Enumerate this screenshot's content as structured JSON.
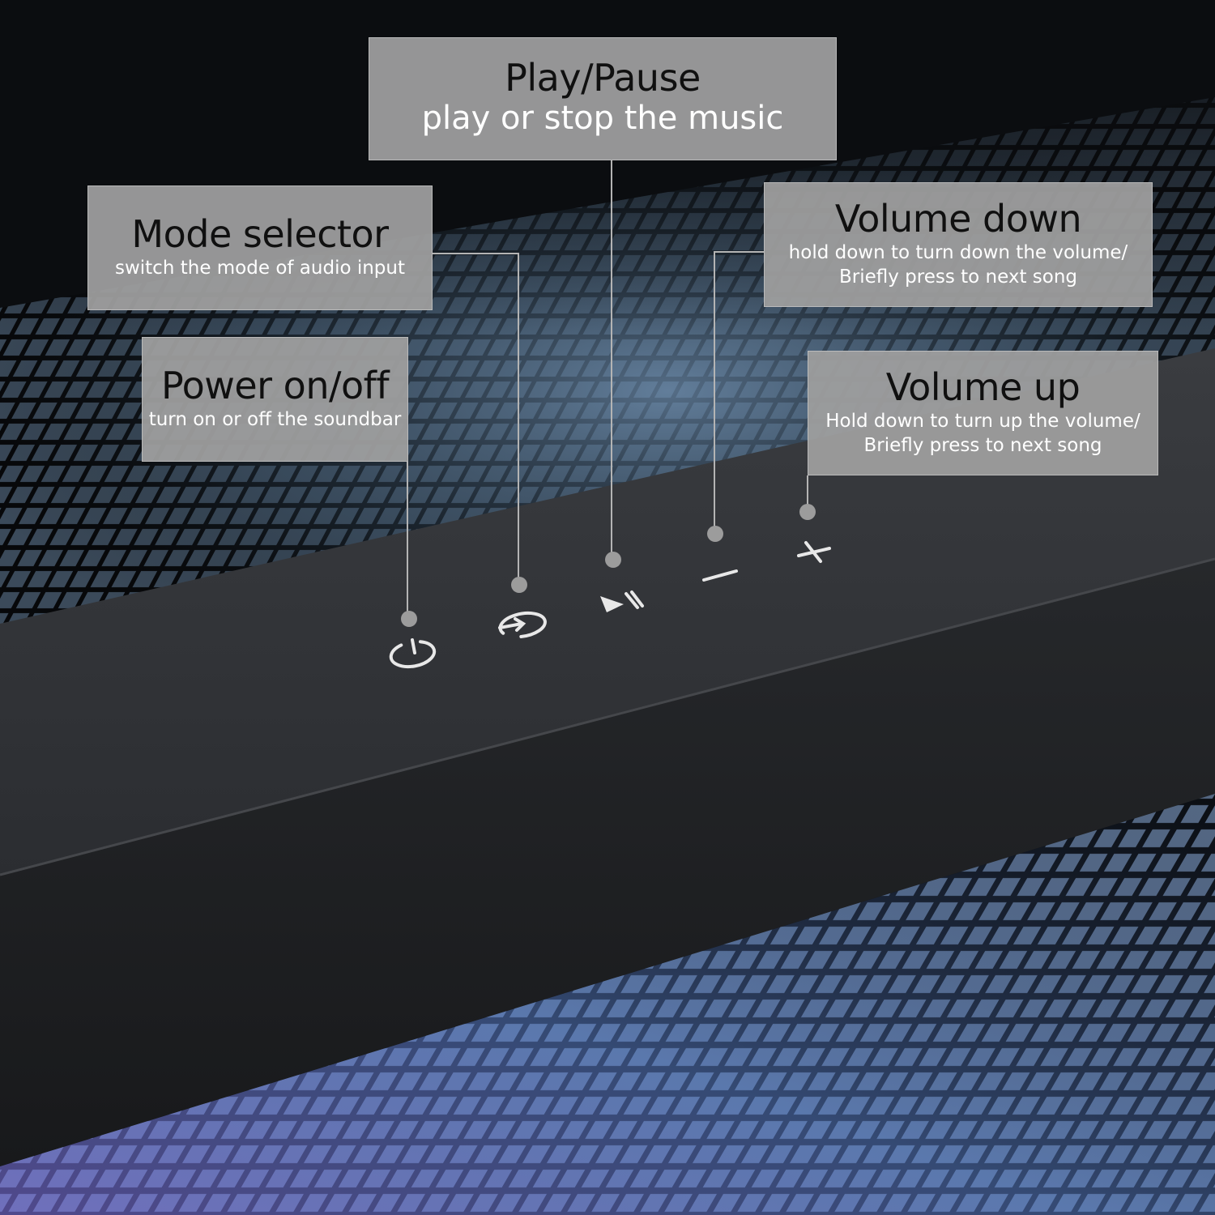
{
  "colors": {
    "background": "#0b0d10",
    "soundbar_top": "#34363a",
    "soundbar_front": "#1f2124",
    "glow_blue": "#5a7fc8",
    "callout_fill": "#9e9e9e",
    "callout_title": "#101010",
    "callout_desc": "#ffffff",
    "leader_line": "#b4b4b4"
  },
  "callouts": {
    "play_pause": {
      "title": "Play/Pause",
      "description": "play or stop the music"
    },
    "mode": {
      "title": "Mode selector",
      "description": "switch the mode of audio input"
    },
    "power": {
      "title": "Power on/off",
      "description": "turn on or off the soundbar"
    },
    "volume_down": {
      "title": "Volume down",
      "description_line1": "hold down to turn down the volume/",
      "description_line2": "Briefly press to next song"
    },
    "volume_up": {
      "title": "Volume up",
      "description_line1": "Hold down to turn up the volume/",
      "description_line2": "Briefly press to next song"
    }
  },
  "buttons": [
    {
      "id": "power",
      "icon": "power-icon"
    },
    {
      "id": "mode",
      "icon": "input-source-icon"
    },
    {
      "id": "play_pause",
      "icon": "play-pause-icon"
    },
    {
      "id": "volume_down",
      "icon": "minus-icon"
    },
    {
      "id": "volume_up",
      "icon": "plus-icon"
    }
  ]
}
